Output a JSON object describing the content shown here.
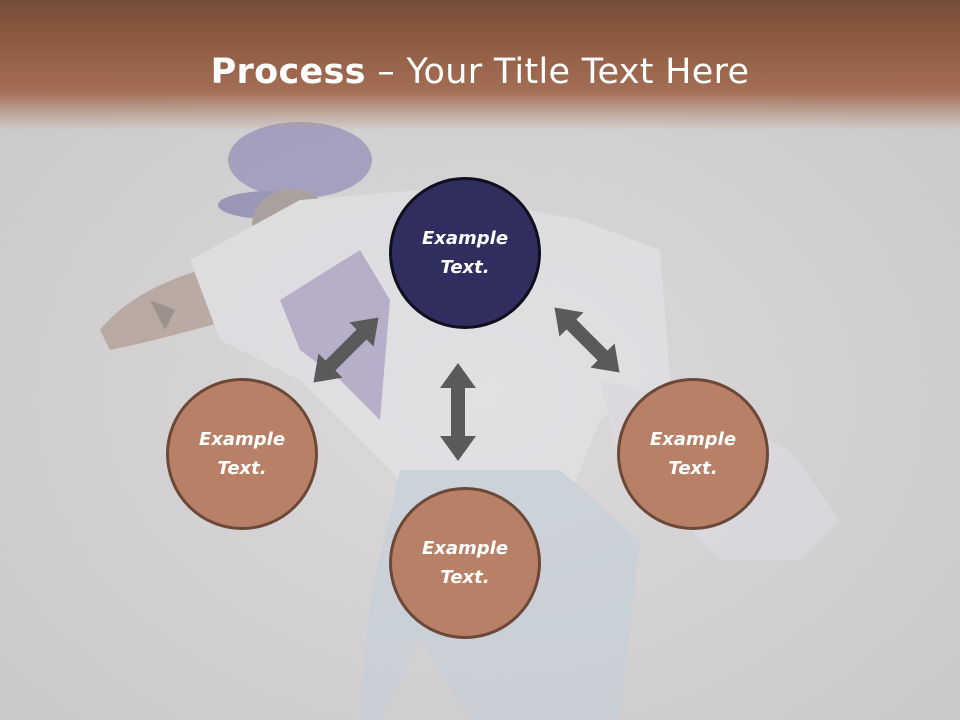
{
  "slide": {
    "title_bold": "Process",
    "title_rest": " – Your Title Text Here"
  },
  "nodes": [
    {
      "id": "top",
      "line1": "Example",
      "line2": "Text."
    },
    {
      "id": "left",
      "line1": "Example",
      "line2": "Text."
    },
    {
      "id": "bottom",
      "line1": "Example",
      "line2": "Text."
    },
    {
      "id": "right",
      "line1": "Example",
      "line2": "Text."
    }
  ],
  "colors": {
    "title_band": "#8d5a3f",
    "accent_node": "#2f2e5e",
    "warm_node": "#b98068",
    "arrow": "#5a5a5a"
  },
  "background": {
    "image": "faded photo of a dancer in a hat and white shirt against a grey wall"
  }
}
